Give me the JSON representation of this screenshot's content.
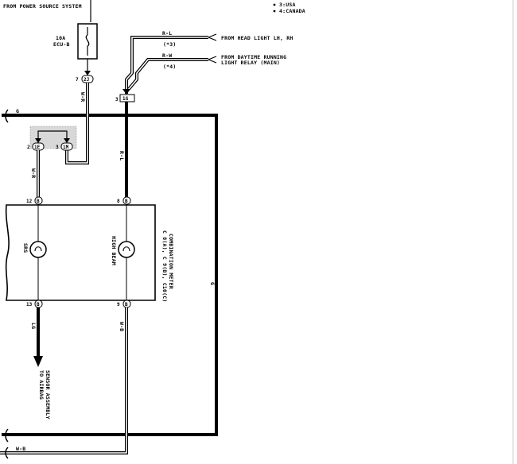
{
  "header": {
    "power_source": "FROM POWER SOURCE SYSTEM",
    "legend_usa": "3:USA",
    "legend_canada": "4:CANADA"
  },
  "fuse": {
    "rating": "10A",
    "name": "ECU-B"
  },
  "inputs": {
    "headlight_label": "FROM HEAD LIGHT LH, RH",
    "headlight_note": "(*3)",
    "headlight_wire": "R-L",
    "drl_label_1": "FROM DAYTIME RUNNING",
    "drl_label_2": "LIGHT RELAY (MAIN)",
    "drl_note": "(*4)",
    "drl_wire": "R-W"
  },
  "connectors": {
    "fuse_pin": "7",
    "fuse_conn": "2J",
    "junction_pin": "3",
    "junction_conn": "1G",
    "left_pin_a": "2",
    "left_conn_a": "1E",
    "left_pin_b": "3",
    "left_conn_b": "1M"
  },
  "meter": {
    "pin_top_left": "12",
    "pin_top_right": "8",
    "pin_bottom_left": "13",
    "pin_bottom_right": "9",
    "conn_letter": "B",
    "srs_label": "SRS",
    "high_beam_label": "HIGH BEAM",
    "connector_codes": "C 8(A), C 9(B), C10(C)",
    "name": "COMBINATION METER"
  },
  "wires": {
    "wr_top": "W-R",
    "wr_mid": "W-R",
    "rl_mid": "R-L",
    "lg": "LG",
    "wb_mid": "W-B",
    "wb_bottom": "W-B",
    "ground_top": "G",
    "ground_right": "G"
  },
  "destinations": {
    "airbag_1": "TO AIRBAG",
    "airbag_2": "SENSOR ASSEMBLY"
  }
}
